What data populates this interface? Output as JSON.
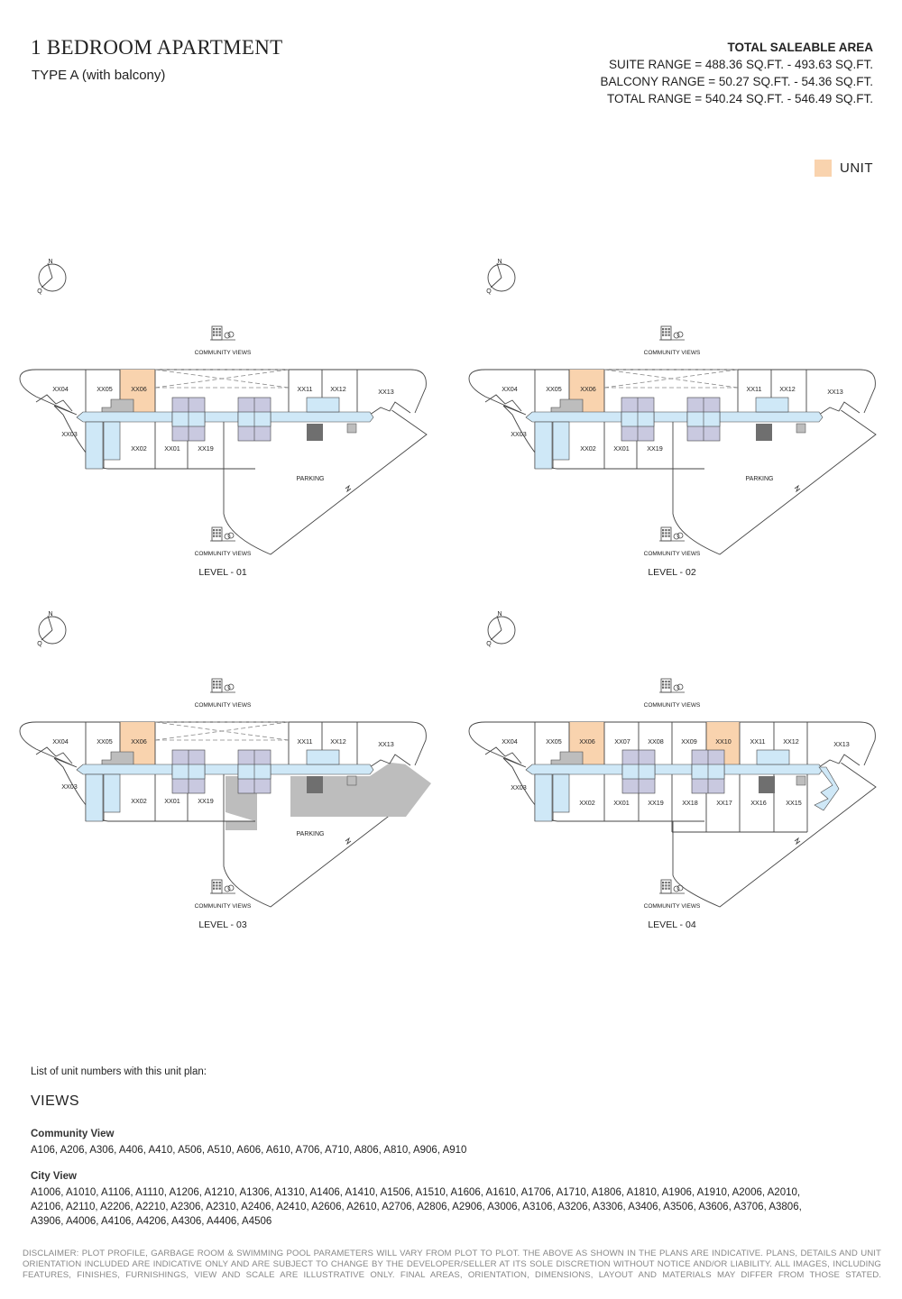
{
  "header": {
    "title": "1 BEDROOM APARTMENT",
    "subtitle": "TYPE A (with balcony)"
  },
  "area": {
    "heading": "TOTAL SALEABLE AREA",
    "suite": "SUITE RANGE = 488.36 SQ.FT. - 493.63 SQ.FT.",
    "balcony": "BALCONY RANGE = 50.27 SQ.FT. - 54.36 SQ.FT.",
    "total": "TOTAL RANGE = 540.24 SQ.FT. - 546.49 SQ.FT."
  },
  "legend": {
    "label": "UNIT",
    "color": "#f9d3ae"
  },
  "plans": {
    "compass_n": "N",
    "compass_q": "Q",
    "community_views": "COMMUNITY VIEWS",
    "parking": "PARKING",
    "colors": {
      "unit": "#f9d3ae",
      "corridor": "#cfe8f7",
      "core": "#c9c9e0",
      "service": "#bdbdbd",
      "dark": "#6f6f6f",
      "line": "#444444"
    },
    "levels": [
      {
        "label": "LEVEL - 01",
        "units": [
          "XX04",
          "XX05",
          "XX06",
          "XX11",
          "XX12",
          "XX13",
          "XX03",
          "XX02",
          "XX01",
          "XX19"
        ],
        "highlighted": [
          "XX06"
        ]
      },
      {
        "label": "LEVEL - 02",
        "units": [
          "XX04",
          "XX05",
          "XX06",
          "XX11",
          "XX12",
          "XX13",
          "XX03",
          "XX02",
          "XX01",
          "XX19"
        ],
        "highlighted": [
          "XX06"
        ]
      },
      {
        "label": "LEVEL - 03",
        "units": [
          "XX04",
          "XX05",
          "XX06",
          "XX11",
          "XX12",
          "XX13",
          "XX03",
          "XX02",
          "XX01",
          "XX19"
        ],
        "highlighted": [
          "XX06"
        ]
      },
      {
        "label": "LEVEL - 04",
        "units": [
          "XX04",
          "XX05",
          "XX06",
          "XX07",
          "XX08",
          "XX09",
          "XX10",
          "XX11",
          "XX12",
          "XX13",
          "XX03",
          "XX02",
          "XX01",
          "XX19",
          "XX18",
          "XX17",
          "XX16",
          "XX15"
        ],
        "highlighted": [
          "XX06",
          "XX10"
        ]
      }
    ]
  },
  "list": {
    "intro": "List of unit numbers with this unit plan:",
    "views_heading": "VIEWS",
    "community_heading": "Community View",
    "community_units": "A106, A206, A306, A406, A410, A506, A510, A606, A610, A706, A710, A806, A810, A906, A910",
    "city_heading": "City View",
    "city_units": "A1006, A1010, A1106, A1110, A1206, A1210, A1306, A1310, A1406, A1410, A1506, A1510, A1606, A1610, A1706, A1710, A1806, A1810, A1906, A1910, A2006, A2010, A2106, A2110, A2206, A2210, A2306, A2310, A2406, A2410, A2606, A2610, A2706, A2806, A2906, A3006, A3106, A3206, A3306, A3406, A3506, A3606, A3706, A3806, A3906, A4006, A4106, A4206, A4306, A4406, A4506"
  },
  "disclaimer": "DISCLAIMER: PLOT PROFILE, GARBAGE ROOM & SWIMMING POOL PARAMETERS WILL VARY FROM PLOT TO PLOT. THE ABOVE AS SHOWN IN THE PLANS ARE INDICATIVE. PLANS, DETAILS AND UNIT ORIENTATION INCLUDED ARE INDICATIVE ONLY AND ARE SUBJECT TO CHANGE BY THE DEVELOPER/SELLER AT ITS SOLE DISCRETION WITHOUT NOTICE AND/OR LIABILITY. ALL IMAGES, INCLUDING FEATURES, FINISHES, FURNISHINGS, VIEW AND SCALE ARE ILLUSTRATIVE ONLY. FINAL AREAS, ORIENTATION, DIMENSIONS, LAYOUT AND MATERIALS MAY DIFFER FROM THOSE STATED."
}
